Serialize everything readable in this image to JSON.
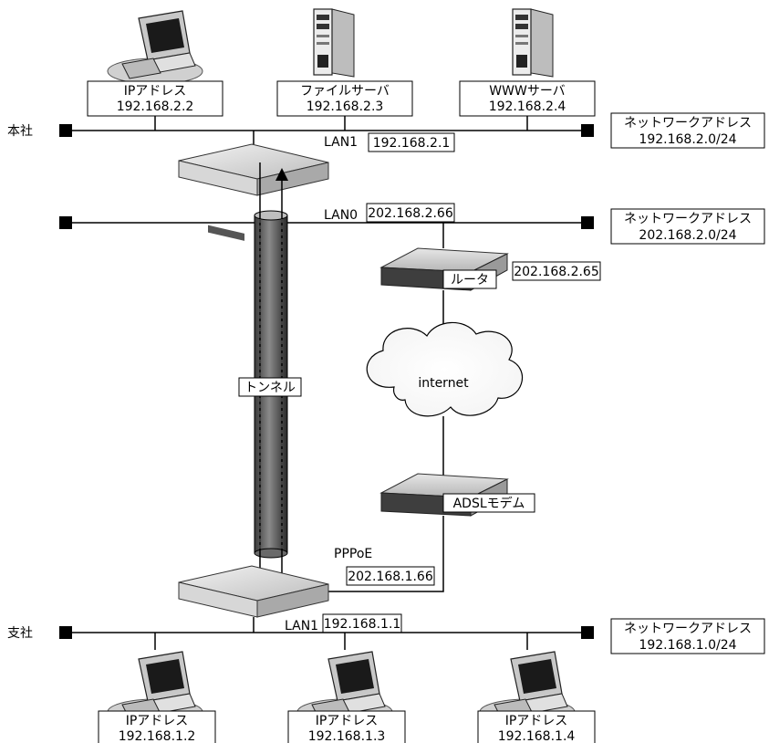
{
  "hq": {
    "site_label": "本社",
    "pc": {
      "label": "IPアドレス",
      "ip": "192.168.2.2"
    },
    "file_server": {
      "label": "ファイルサーバ",
      "ip": "192.168.2.3"
    },
    "www_server": {
      "label": "WWWサーバ",
      "ip": "192.168.2.4"
    },
    "lan1": {
      "label": "LAN1",
      "ip": "192.168.2.1"
    },
    "lan0": {
      "label": "LAN0",
      "ip": "202.168.2.66"
    },
    "network1": {
      "label": "ネットワークアドレス",
      "address": "192.168.2.0/24"
    },
    "network0": {
      "label": "ネットワークアドレス",
      "address": "202.168.2.0/24"
    }
  },
  "router": {
    "label": "ルータ",
    "ip": "202.168.2.65"
  },
  "cloud": {
    "label": "internet"
  },
  "modem": {
    "label": "ADSLモデム"
  },
  "tunnel": {
    "label": "トンネル"
  },
  "branch": {
    "site_label": "支社",
    "pppoe": {
      "label": "PPPoE",
      "ip": "202.168.1.66"
    },
    "lan1": {
      "label": "LAN1",
      "ip": "192.168.1.1"
    },
    "network": {
      "label": "ネットワークアドレス",
      "address": "192.168.1.0/24"
    },
    "pcs": [
      {
        "label": "IPアドレス",
        "ip": "192.168.1.2"
      },
      {
        "label": "IPアドレス",
        "ip": "192.168.1.3"
      },
      {
        "label": "IPアドレス",
        "ip": "192.168.1.4"
      }
    ]
  }
}
